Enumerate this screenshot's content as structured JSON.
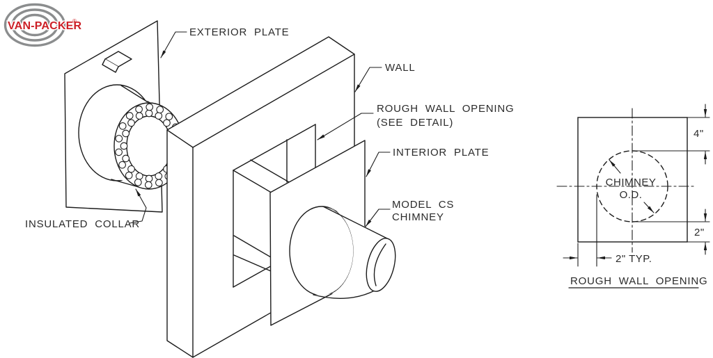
{
  "logo": {
    "brand": "VAN-PACKER",
    "registered": "®",
    "brand_color": "#cc2027",
    "rings_color": "#8b8d8e"
  },
  "iso": {
    "labels": {
      "exterior_plate": "EXTERIOR PLATE",
      "wall": "WALL",
      "rough_opening_line1": "ROUGH WALL OPENING",
      "rough_opening_line2": "(SEE DETAIL)",
      "interior_plate": "INTERIOR PLATE",
      "chimney_line1": "MODEL CS",
      "chimney_line2": "CHIMNEY",
      "insulated_collar": "INSULATED COLLAR"
    }
  },
  "detail": {
    "title": "ROUGH WALL OPENING",
    "labels": {
      "chimney_od_line1": "CHIMNEY",
      "chimney_od_line2": "O.D."
    },
    "dimensions": {
      "top_margin": "4\"",
      "bottom_margin": "2\"",
      "side_margin": "2\" TYP."
    }
  },
  "line_color": "#1b1b1b"
}
